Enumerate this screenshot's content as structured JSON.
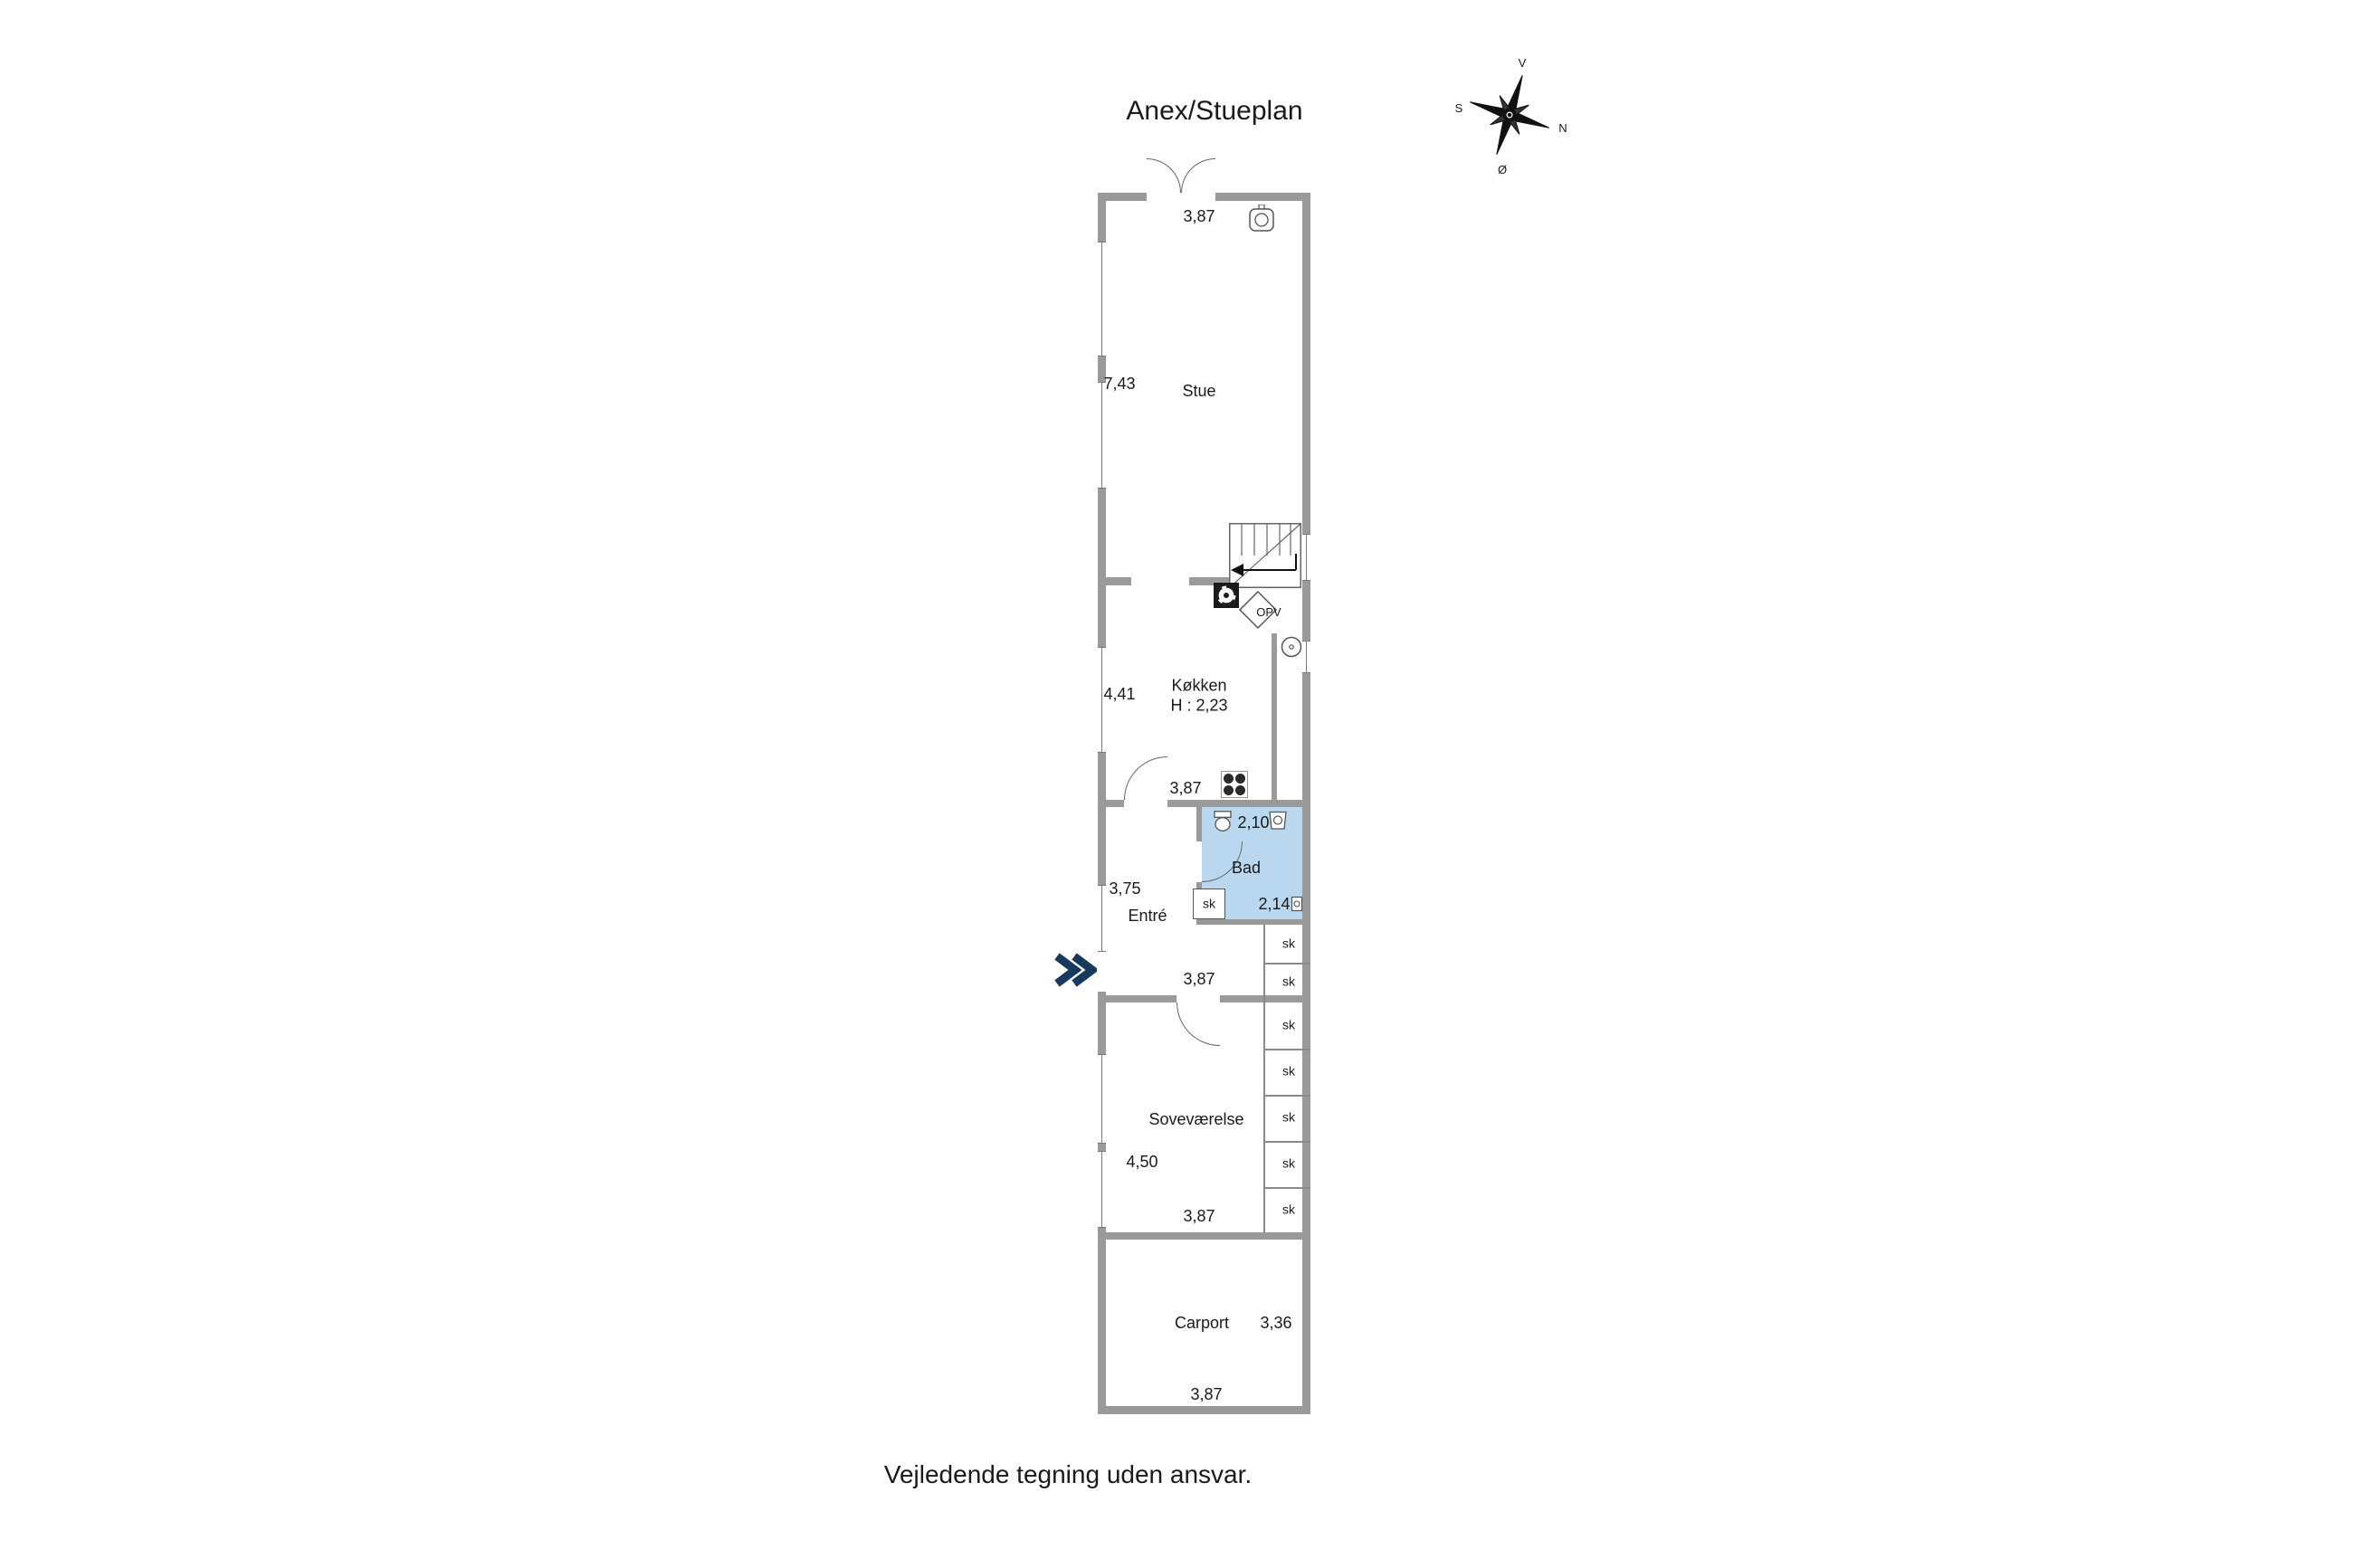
{
  "title": "Anex/Stueplan",
  "disclaimer": "Vejledende tegning uden ansvar.",
  "compass": {
    "top": "V",
    "left": "S",
    "right": "N",
    "bottom": "Ø"
  },
  "labels": {
    "opv": "OPV",
    "closet": "sk"
  },
  "rooms": {
    "stue": {
      "name": "Stue",
      "width": "3,87",
      "depth": "7,43"
    },
    "kokken": {
      "name": "Køkken",
      "ceiling_height": "H : 2,23",
      "width": "3,87",
      "depth": "4,41"
    },
    "bad": {
      "name": "Bad",
      "width": "2,10",
      "depth": "2,14"
    },
    "entre": {
      "name": "Entré",
      "width": "3,87",
      "depth": "3,75"
    },
    "sovevaerelse": {
      "name": "Soveværelse",
      "width": "3,87",
      "depth": "4,50"
    },
    "carport": {
      "name": "Carport",
      "width": "3,87",
      "depth": "3,36"
    }
  },
  "colors": {
    "bath_fill": "#b9d8ef",
    "wall": "#9a9a9a",
    "entry_arrow": "#16395e"
  }
}
